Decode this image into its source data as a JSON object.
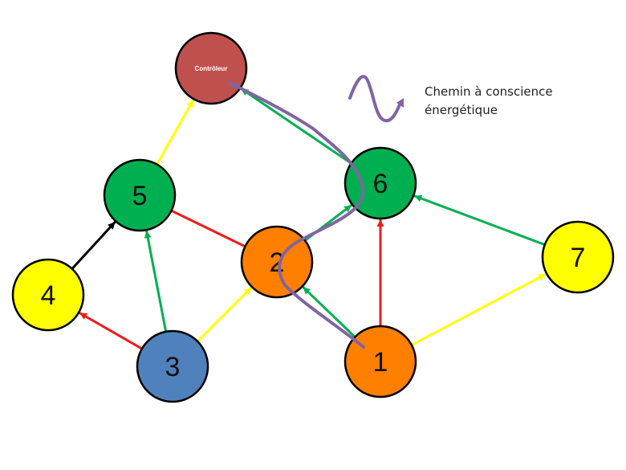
{
  "diagram": {
    "title": "",
    "nodes": [
      {
        "id": "controller",
        "label": "Contrôleur",
        "color": "#c0504d"
      },
      {
        "id": "n5",
        "label": "5",
        "color": "#00b050"
      },
      {
        "id": "n6",
        "label": "6",
        "color": "#00b050"
      },
      {
        "id": "n2",
        "label": "2",
        "color": "#ff7f00"
      },
      {
        "id": "n7",
        "label": "7",
        "color": "#ffff00"
      },
      {
        "id": "n4",
        "label": "4",
        "color": "#ffff00"
      },
      {
        "id": "n3",
        "label": "3",
        "color": "#4f81bd"
      },
      {
        "id": "n1",
        "label": "1",
        "color": "#ff7f00"
      }
    ],
    "edges": [
      {
        "from": "n5",
        "to": "controller",
        "color": "#ffff00",
        "arrow": true
      },
      {
        "from": "n6",
        "to": "controller",
        "color": "#00b050",
        "arrow": true
      },
      {
        "from": "n4",
        "to": "n5",
        "color": "#000000",
        "arrow": true
      },
      {
        "from": "n5",
        "to": "n2",
        "color": "#ee1c1c",
        "arrow": false
      },
      {
        "from": "n3",
        "to": "n5",
        "color": "#00b050",
        "arrow": true
      },
      {
        "from": "n3",
        "to": "n4",
        "color": "#ee1c1c",
        "arrow": true
      },
      {
        "from": "n3",
        "to": "n2",
        "color": "#ffff00",
        "arrow": true
      },
      {
        "from": "n2",
        "to": "n6",
        "color": "#00b050",
        "arrow": true
      },
      {
        "from": "n1",
        "to": "n2",
        "color": "#00b050",
        "arrow": true
      },
      {
        "from": "n1",
        "to": "n6",
        "color": "#ee1c1c",
        "arrow": true
      },
      {
        "from": "n7",
        "to": "n6",
        "color": "#00b050",
        "arrow": true
      },
      {
        "from": "n1",
        "to": "n7",
        "color": "#ffff00",
        "arrow": true
      }
    ],
    "path": {
      "name": "energy-aware-path",
      "color": "#8064a2",
      "sequence": [
        "n1",
        "n2",
        "n6",
        "controller"
      ]
    }
  },
  "legend": {
    "line1": "Chemin à conscience",
    "line2": "énergétique",
    "color": "#8064a2"
  }
}
